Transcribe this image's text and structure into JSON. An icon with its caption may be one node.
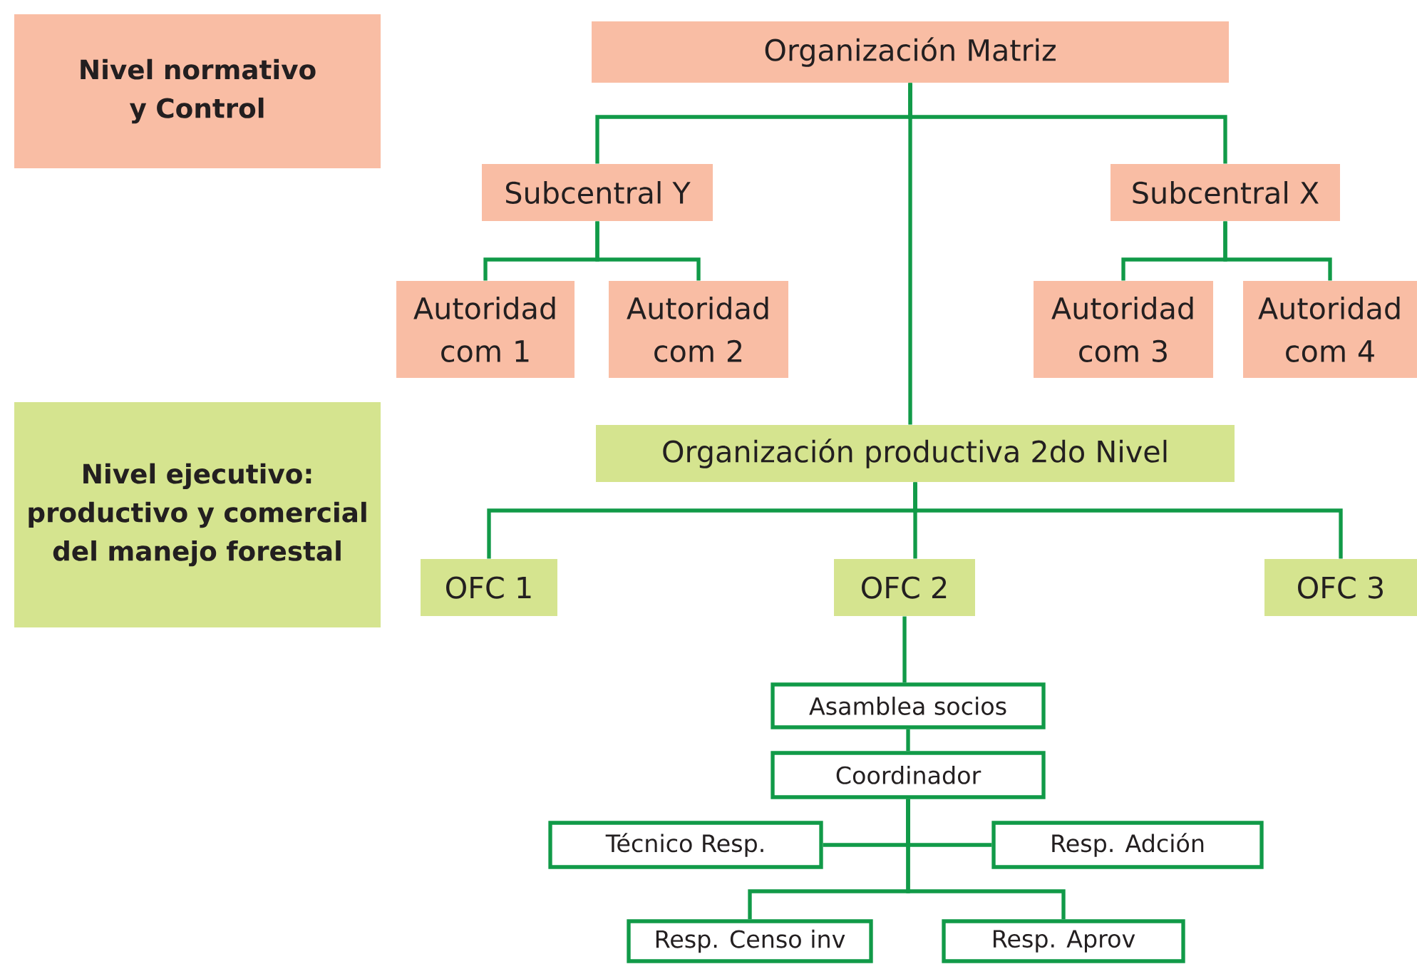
{
  "diagram": {
    "nodes": [
      {
        "text": [
          "Nivel normativo y Control"
        ]
      },
      {
        "text": [
          "Organización Matriz"
        ]
      },
      {
        "text": [
          "Subcentral Y"
        ]
      },
      {
        "text": [
          "Subcentral X"
        ]
      },
      {
        "text": [
          "Autoridad com 1"
        ]
      },
      {
        "text": [
          "Autoridad com 2"
        ]
      },
      {
        "text": [
          "Autoridad com 3"
        ]
      },
      {
        "text": [
          "Autoridad com 4"
        ]
      },
      {
        "text": [
          "Nivel ejecutivo: productivo y comercial del manejo forestal"
        ]
      },
      {
        "text": [
          "Organización productiva 2do Nivel"
        ]
      },
      {
        "text": [
          "OFC 1"
        ]
      },
      {
        "text": [
          "OFC 2"
        ]
      },
      {
        "text": [
          "OFC 3"
        ]
      },
      {
        "text": [
          "Asamblea socios"
        ]
      },
      {
        "text": [
          "Coordinador"
        ]
      },
      {
        "text": [
          "Técnico Resp."
        ]
      },
      {
        "text": [
          "Resp. Adción"
        ]
      },
      {
        "text": [
          "Resp. Censo inv"
        ]
      },
      {
        "text": [
          "Resp. Aprov"
        ]
      }
    ],
    "edges": [
      {
        "from": 1,
        "to": 2,
        "arrow": "none"
      },
      {
        "from": 1,
        "to": 3,
        "arrow": "none"
      },
      {
        "from": 1,
        "to": 9,
        "arrow": "none"
      },
      {
        "from": 2,
        "to": 4,
        "arrow": "none"
      },
      {
        "from": 2,
        "to": 5,
        "arrow": "none"
      },
      {
        "from": 3,
        "to": 6,
        "arrow": "none"
      },
      {
        "from": 3,
        "to": 7,
        "arrow": "none"
      },
      {
        "from": 9,
        "to": 10,
        "arrow": "none"
      },
      {
        "from": 9,
        "to": 11,
        "arrow": "none"
      },
      {
        "from": 9,
        "to": 12,
        "arrow": "none"
      },
      {
        "from": 11,
        "to": 13,
        "arrow": "none"
      },
      {
        "from": 13,
        "to": 14,
        "arrow": "none"
      },
      {
        "from": 14,
        "to": 15,
        "arrow": "none"
      },
      {
        "from": 14,
        "to": 16,
        "arrow": "none"
      },
      {
        "from": 14,
        "to": 17,
        "arrow": "none"
      },
      {
        "from": 14,
        "to": 18,
        "arrow": "none"
      }
    ]
  }
}
